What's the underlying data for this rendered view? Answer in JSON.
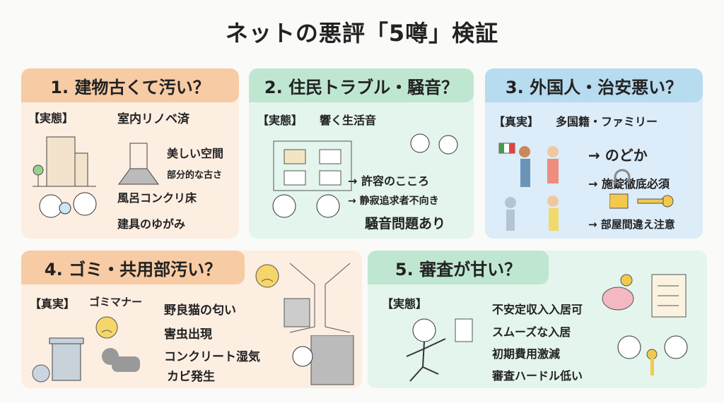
{
  "title": "ネットの悪評「5噂」検証",
  "colors": {
    "peach_header": "#f7cba4",
    "peach_body": "#fdeee2",
    "green_header": "#bfe6d1",
    "green_body": "#e3f5ec",
    "blue_header": "#b7dbef",
    "blue_body": "#dcecf8"
  },
  "panels": [
    {
      "heading": "1. 建物古くて汚い？",
      "tag": "【実態】",
      "lines": [
        "室内リノベ済",
        "美しい空間",
        "部分的な古さ",
        "風呂コンクリ床",
        "建具のゆがみ"
      ]
    },
    {
      "heading": "2. 住民トラブル・騒音？",
      "tag": "【実態】",
      "lines": [
        "響く生活音",
        "→ 許容のこころ",
        "→ 静寂追求者不向き",
        "騒音問題あり"
      ]
    },
    {
      "heading": "3. 外国人・治安悪い？",
      "tag": "【真実】",
      "lines": [
        "多国籍・ファミリー",
        "→ のどか",
        "→ 施錠徹底必須",
        "→ 部屋間違え注意"
      ]
    },
    {
      "heading": "4. ゴミ・共用部汚い？",
      "tag": "【真実】",
      "lines": [
        "ゴミマナー",
        "野良猫の匂い",
        "害虫出現",
        "コンクリート湿気",
        "カビ発生"
      ]
    },
    {
      "heading": "5. 審査が甘い？",
      "tag": "【実態】",
      "lines": [
        "不安定収入入居可",
        "スムーズな入居",
        "初期費用激減",
        "審査ハードル低い"
      ]
    }
  ]
}
